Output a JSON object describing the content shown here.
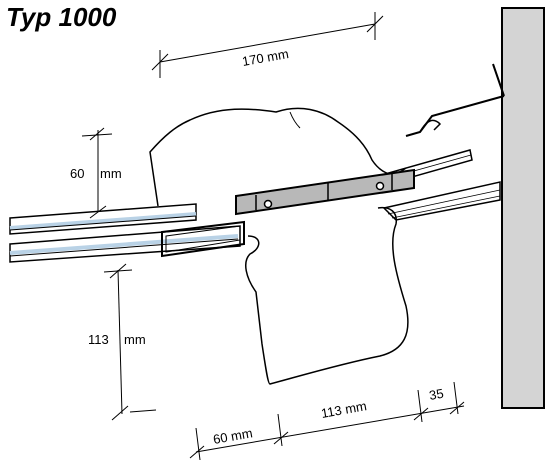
{
  "title": "Typ 1000",
  "dimensions": {
    "top_width": "170 mm",
    "left_upper": "60",
    "left_upper_unit": "mm",
    "left_lower": "113",
    "left_lower_unit": "mm",
    "bottom_left": "60 mm",
    "bottom_mid": "113 mm",
    "bottom_right": "35"
  },
  "colors": {
    "wall": "#d4d4d4",
    "glass": "#b9d2e6",
    "bracket": "#b8b8b8",
    "line": "#000000"
  }
}
